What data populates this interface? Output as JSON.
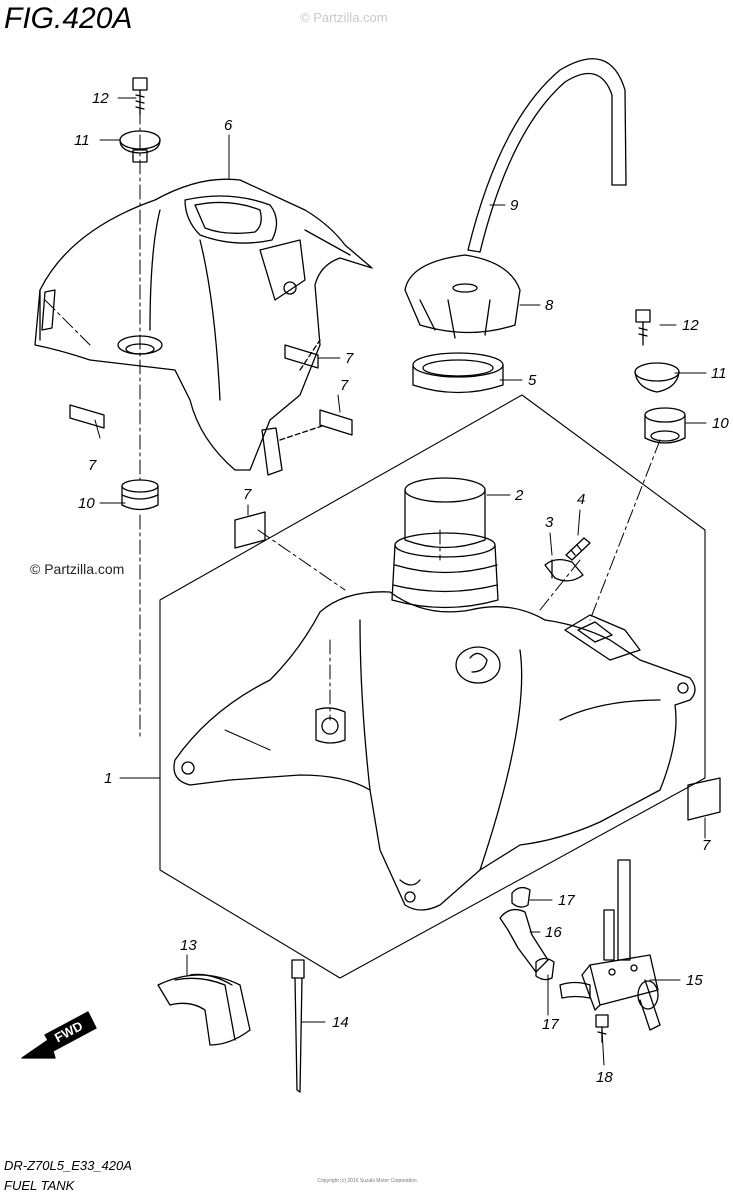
{
  "figure": {
    "title": "FIG.420A",
    "model_code": "DR-Z70L5_E33_420A",
    "caption": "FUEL TANK",
    "copyright": "Copyright (c) 2016 Suzuki Motor Corporation"
  },
  "callouts": [
    {
      "id": "c12a",
      "label": "12"
    },
    {
      "id": "c11a",
      "label": "11"
    },
    {
      "id": "c6",
      "label": "6"
    },
    {
      "id": "c9",
      "label": "9"
    },
    {
      "id": "c8",
      "label": "8"
    },
    {
      "id": "c12b",
      "label": "12"
    },
    {
      "id": "c5",
      "label": "5"
    },
    {
      "id": "c11b",
      "label": "11"
    },
    {
      "id": "c7a",
      "label": "7"
    },
    {
      "id": "c7b",
      "label": "7"
    },
    {
      "id": "c7c",
      "label": "7"
    },
    {
      "id": "c10b",
      "label": "10"
    },
    {
      "id": "c10a",
      "label": "10"
    },
    {
      "id": "c7d",
      "label": "7"
    },
    {
      "id": "c2",
      "label": "2"
    },
    {
      "id": "c4",
      "label": "4"
    },
    {
      "id": "c3",
      "label": "3"
    },
    {
      "id": "c1",
      "label": "1"
    },
    {
      "id": "c7e",
      "label": "7"
    },
    {
      "id": "c17a",
      "label": "17"
    },
    {
      "id": "c13",
      "label": "13"
    },
    {
      "id": "c16",
      "label": "16"
    },
    {
      "id": "c15",
      "label": "15"
    },
    {
      "id": "c14",
      "label": "14"
    },
    {
      "id": "c17b",
      "label": "17"
    },
    {
      "id": "c18",
      "label": "18"
    }
  ],
  "fwd_label": "FWD",
  "watermarks": [
    "© Partzilla.com",
    "© Partzilla.com"
  ],
  "watermark_color": "#c9c9c9"
}
